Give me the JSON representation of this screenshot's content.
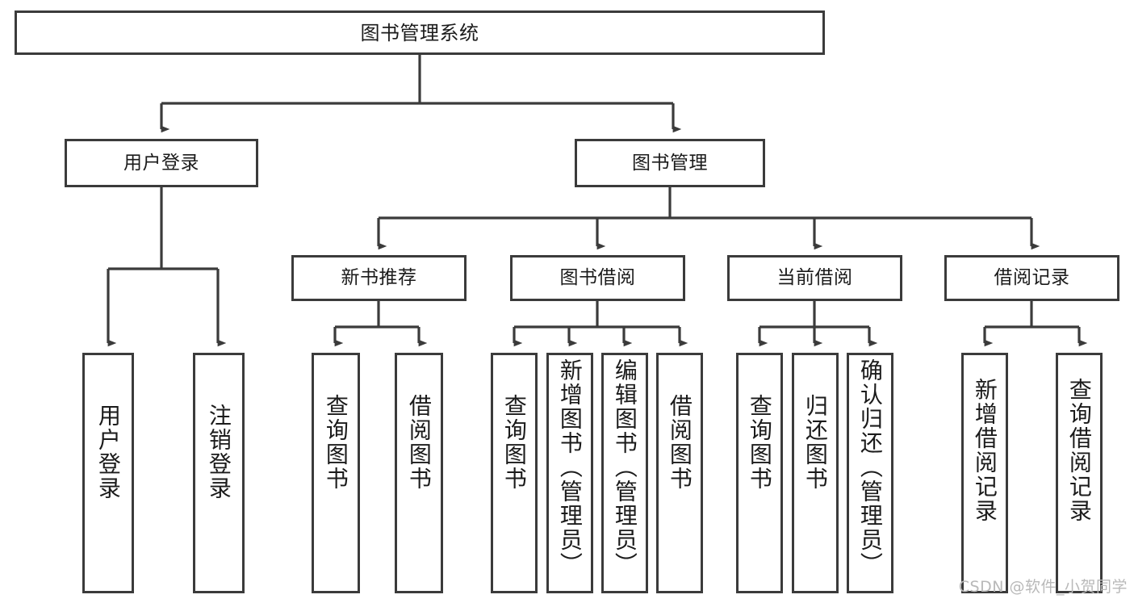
{
  "title": "图书管理系统",
  "watermark": "CSDN @软件_小贺同学",
  "colors": {
    "border": "#3b3b3b",
    "fill": "#ffffff",
    "text": "#1b1b1b",
    "connector": "#3b3b3b",
    "watermark": "#b9b9b9"
  },
  "diagram": {
    "type": "tree",
    "orientation": "top-down",
    "root": {
      "label": "图书管理系统",
      "children": [
        {
          "label": "用户登录",
          "children": [
            {
              "label": "用户登录",
              "vertical": true
            },
            {
              "label": "注销登录",
              "vertical": true
            }
          ]
        },
        {
          "label": "图书管理",
          "children": [
            {
              "label": "新书推荐",
              "children": [
                {
                  "label": "查询图书",
                  "vertical": true
                },
                {
                  "label": "借阅图书",
                  "vertical": true
                }
              ]
            },
            {
              "label": "图书借阅",
              "children": [
                {
                  "label": "查询图书",
                  "vertical": true
                },
                {
                  "label": "新增图书（管理员）",
                  "vertical": true
                },
                {
                  "label": "编辑图书（管理员）",
                  "vertical": true
                },
                {
                  "label": "借阅图书",
                  "vertical": true
                }
              ]
            },
            {
              "label": "当前借阅",
              "children": [
                {
                  "label": "查询图书",
                  "vertical": true
                },
                {
                  "label": "归还图书",
                  "vertical": true
                },
                {
                  "label": "确认归还（管理员）",
                  "vertical": true
                }
              ]
            },
            {
              "label": "借阅记录",
              "children": [
                {
                  "label": "新增借阅记录",
                  "vertical": true
                },
                {
                  "label": "查询借阅记录",
                  "vertical": true
                }
              ]
            }
          ]
        }
      ]
    }
  },
  "nodes": {
    "root": "图书管理系统",
    "l2": {
      "user_login": "用户登录",
      "book_manage": "图书管理"
    },
    "l3": {
      "new_book_rec": "新书推荐",
      "book_borrow": "图书借阅",
      "current_borrow": "当前借阅",
      "borrow_record": "借阅记录"
    },
    "leaves": {
      "user_login_1": "用户登录",
      "user_login_2": "注销登录",
      "rec_1": "查询图书",
      "rec_2": "借阅图书",
      "borrow_1": "查询图书",
      "borrow_2": "新增图书（管理员）",
      "borrow_3": "编辑图书（管理员）",
      "borrow_4": "借阅图书",
      "cur_1": "查询图书",
      "cur_2": "归还图书",
      "cur_3": "确认归还（管理员）",
      "rec_log_1": "新增借阅记录",
      "rec_log_2": "查询借阅记录"
    }
  }
}
